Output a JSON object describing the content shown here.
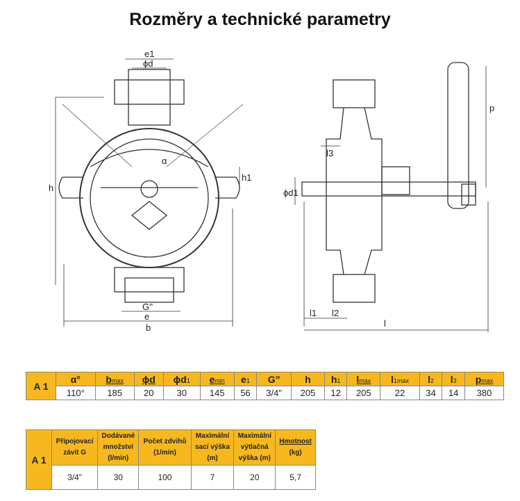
{
  "title": "Rozměry a technické parametry",
  "drawing_labels": {
    "front": [
      "e1",
      "ϕd",
      "α",
      "h",
      "h1",
      "G''",
      "e",
      "b"
    ],
    "side": [
      "ϕd1",
      "l3",
      "l1",
      "l2",
      "l",
      "p"
    ]
  },
  "table1": {
    "row_label": "A 1",
    "headers": [
      {
        "main": "α°",
        "sub": "",
        "u": false
      },
      {
        "main": "b",
        "sub": "max",
        "u": true
      },
      {
        "main": "ϕd",
        "sub": "",
        "u": true
      },
      {
        "main": "ϕd",
        "sub": "1",
        "u": false
      },
      {
        "main": "e",
        "sub": "min",
        "u": true
      },
      {
        "main": "e",
        "sub": "1",
        "u": false
      },
      {
        "main": "G”",
        "sub": "",
        "u": false
      },
      {
        "main": "h",
        "sub": "",
        "u": false
      },
      {
        "main": "h",
        "sub": "1",
        "u": false
      },
      {
        "main": "l",
        "sub": "max",
        "u": true
      },
      {
        "main": "l",
        "sub": "1max",
        "u": false
      },
      {
        "main": "l",
        "sub": "2",
        "u": false
      },
      {
        "main": "l",
        "sub": "3",
        "u": false
      },
      {
        "main": "p",
        "sub": "max",
        "u": true
      }
    ],
    "values": [
      "110°",
      "185",
      "20",
      "30",
      "145",
      "56",
      "3/4\"",
      "205",
      "12",
      "205",
      "22",
      "34",
      "14",
      "380"
    ]
  },
  "table2": {
    "row_label": "A 1",
    "headers": [
      [
        "Připojovací",
        "závit G"
      ],
      [
        "Dodávané",
        "množství",
        "(l/min)"
      ],
      [
        "Počet zdvihů",
        "(1/min)"
      ],
      [
        "Maximální",
        "sací výška",
        "(m)"
      ],
      [
        "Maximální",
        "výtlačná",
        "výška (m)"
      ],
      [
        "Hmotnost",
        "(kg)"
      ]
    ],
    "values": [
      "3/4\"",
      "30",
      "100",
      "7",
      "20",
      "5,7"
    ]
  },
  "colors": {
    "header": "#f7b81f"
  }
}
